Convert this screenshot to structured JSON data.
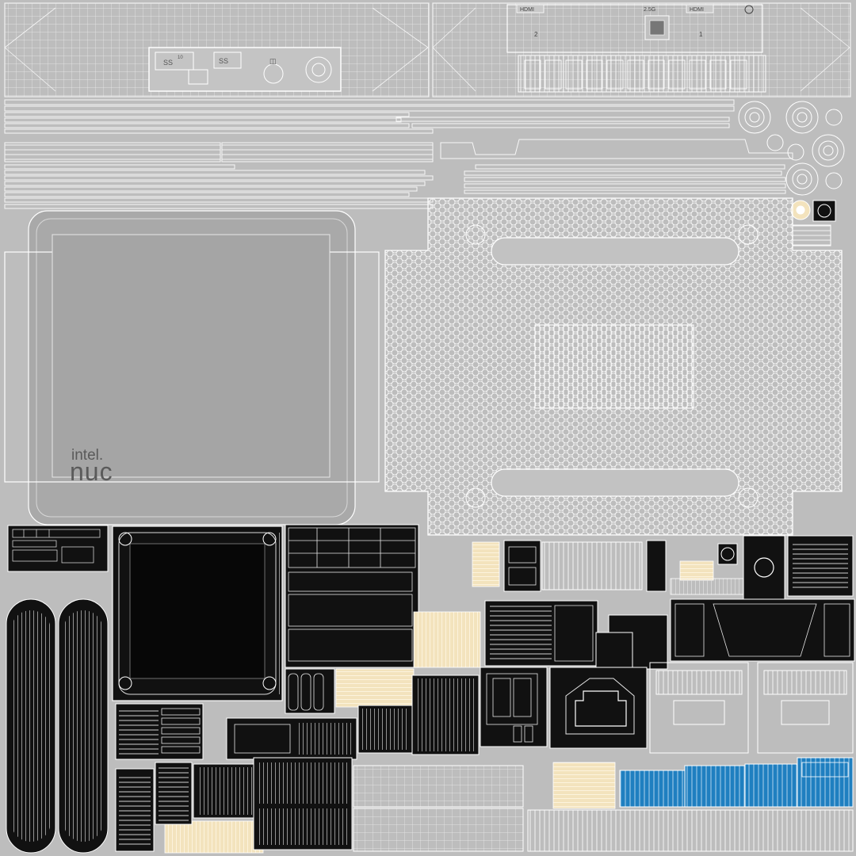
{
  "brand": {
    "top_text": "intel.",
    "bottom_text": "nuc"
  },
  "port_labels": {
    "ss_left": "SS",
    "ss_left_small": "10",
    "ss_mid": "SS",
    "hdmi_left": "HDMI",
    "hdmi_right": "HDMI",
    "port_2": "2",
    "port_1": "1",
    "speed": "2.5G"
  },
  "colors": {
    "background": "#bdbdbd",
    "wire": "#f2f2f2",
    "shell_fill": "#a7a7a7",
    "dark_part": "#101010",
    "cream_part": "#f3e3bd",
    "blue_part": "#1f7fc0"
  }
}
